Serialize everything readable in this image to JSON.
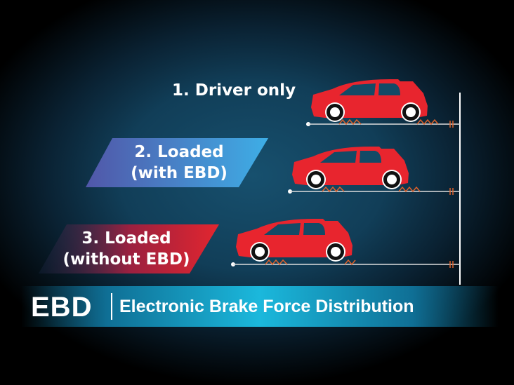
{
  "scenarios": [
    {
      "label": "1. Driver only"
    },
    {
      "label_line1": "2. Loaded",
      "label_line2": "(with EBD)"
    },
    {
      "label_line1": "3. Loaded",
      "label_line2": "(without EBD)"
    }
  ],
  "banner": {
    "abbr": "EBD",
    "full": "Electronic Brake Force Distribution"
  },
  "colors": {
    "car": "#e8252e",
    "spring": "#e0622a",
    "panel_blue": "#3aa4e0",
    "panel_red": "#e3262f"
  }
}
